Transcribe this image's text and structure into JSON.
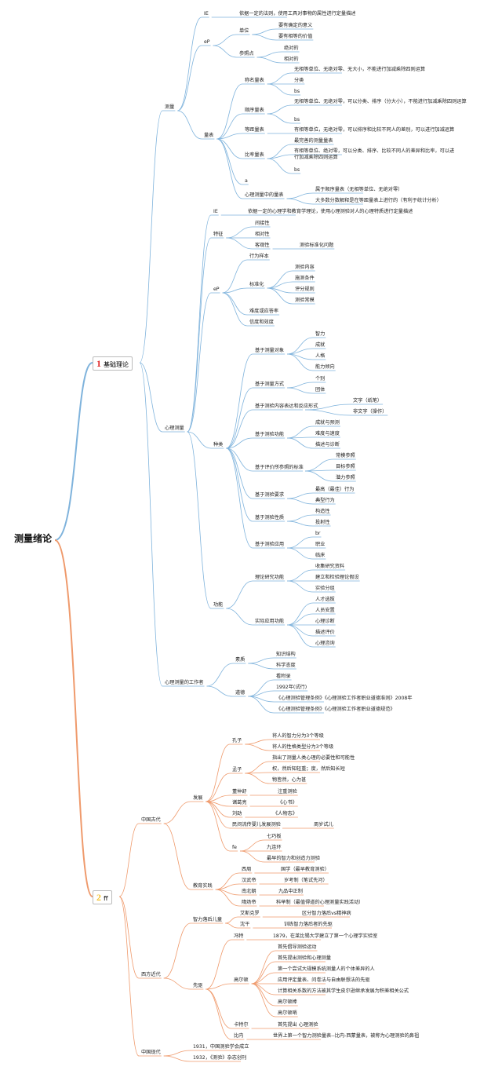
{
  "root": "测量绪论",
  "sections": [
    {
      "num": "1",
      "label": "基础理论"
    },
    {
      "num": "2",
      "label": "ff"
    }
  ],
  "colors": {
    "s1": "#7fb3dc",
    "s2": "#ef9a6c",
    "num1": "#e02828",
    "num2": "#f2c12e"
  },
  "L": [
    "测量",
    "IE",
    "依据一定的法则，使用工具对事物的属性进行定量描述",
    "eP",
    "单位",
    "要有确定的意义",
    "要有相等的价值",
    "参照点",
    "绝对的",
    "相对的",
    "量表",
    "称名量表",
    "无相等单位、无绝对零、无大小，不能进行加减乘除四则运算",
    "分类",
    "bs",
    "顺序量表",
    "无相等单位、无绝对零，可以分类、排序（分大小），不能进行加减乘除四则运算",
    "bs",
    "等距量表",
    "有相等单位，无绝对零，可以排序和比较不同人的差别，可以进行加减运算",
    "比率量表",
    "最完善的测量量表",
    "有相等单位、绝对零，可以分类、排序、比较不同人的差异和比率，可以进行加减乘除四则运算",
    "bs",
    "a",
    "心理测量中的量表",
    "属于顺序量表（无相等单位、无绝对零）",
    "大多数分数解释是在等距量表上进行的（有利于统计分析）",
    "心理测量",
    "IE",
    "依据一定的心理学和教育学理论，使用心理测验对人的心理特质进行定量描述",
    "特征",
    "间接性",
    "相对性",
    "客观性",
    "测验标准化问题",
    "eP",
    "行为样本",
    "标准化",
    "测验内容",
    "施测条件",
    "评分规则",
    "测验常模",
    "难度或应答率",
    "信度和效度",
    "种类",
    "基于测量对象",
    "智力",
    "成就",
    "人格",
    "能力倾向",
    "基于测量方式",
    "个别",
    "团体",
    "基于测验内容表达和反应形式",
    "文字（纸笔）",
    "非文字（操作）",
    "基于测验功能",
    "成就与预测",
    "难度与速度",
    "描述与诊断",
    "基于评价所参照的标准",
    "常模参照",
    "目标参照",
    "潜力参照",
    "基于测验要求",
    "最高（最佳）行为",
    "典型行为",
    "基于测验性质",
    "构造性",
    "投射性",
    "基于测验应用",
    "br",
    "职业",
    "临床",
    "功能",
    "理论研究功能",
    "收集研究资料",
    "建立和检验理论假设",
    "实验分组",
    "实际应用功能",
    "人才选拔",
    "人员安置",
    "心理诊断",
    "描述评价",
    "心理咨询",
    "心理测量的工作者",
    "素质",
    "知识结构",
    "科学态度",
    "道德",
    "看附录",
    "1992年(试行)",
    "《心理测验管理条例》《心理测验工作者职业道德准则》2008年",
    "《心理测验管理条例》《心理测验工作者职业道德规范》",
    "中国古代",
    "发展",
    "孔子",
    "将人的智力分为3个等级",
    "将人的性格类型分为3个等级",
    "孟子",
    "指出了测量人类心理的必要性和可能性",
    "权，然后知轻重；度，然后知长短",
    "物皆然，心为甚",
    "董仲舒",
    "注重测验",
    "诸葛亮",
    "《心书》",
    "刘劭",
    "《人物志》",
    "民间流传婴儿发展测验",
    "周岁试儿",
    "fe",
    "七巧板",
    "九连环",
    "最早的智力和创造力测验",
    "教育实践",
    "西周",
    "国学（最早教育测验）",
    "汉武帝",
    "岁考制（笔试先河）",
    "南北朝",
    "九品中正制",
    "隋炀帝",
    "科举制（最值得道的心理测量实践活动）",
    "西方近代",
    "智力落后儿童",
    "艾斯克罗",
    "区分智力落后vs精神病",
    "沈干",
    "训练智力落后者的先驱",
    "先驱",
    "冯特",
    "1879，在莱比锡大学建立了第一个心理学实验室",
    "高尔顿",
    "首先倡导测验运动",
    "首先提出测验和心理测量",
    "第一个尝试大规模系统测量人的个体差异的人",
    "应用评定量表、问卷法与自由联想法的先驱",
    "计算相关系数的方法被其学生皮尔逊继承发展为积差相关公式",
    "高尔顿棒",
    "高尔顿哨",
    "卡特尔",
    "首先提出 心理测验",
    "比内",
    "世界上第一个智力测验量表--比内-西蒙量表，被称为心理测验的鼻祖",
    "中国现代",
    "1931，中国测验学会成立",
    "1932，《测验》杂志创刊"
  ]
}
